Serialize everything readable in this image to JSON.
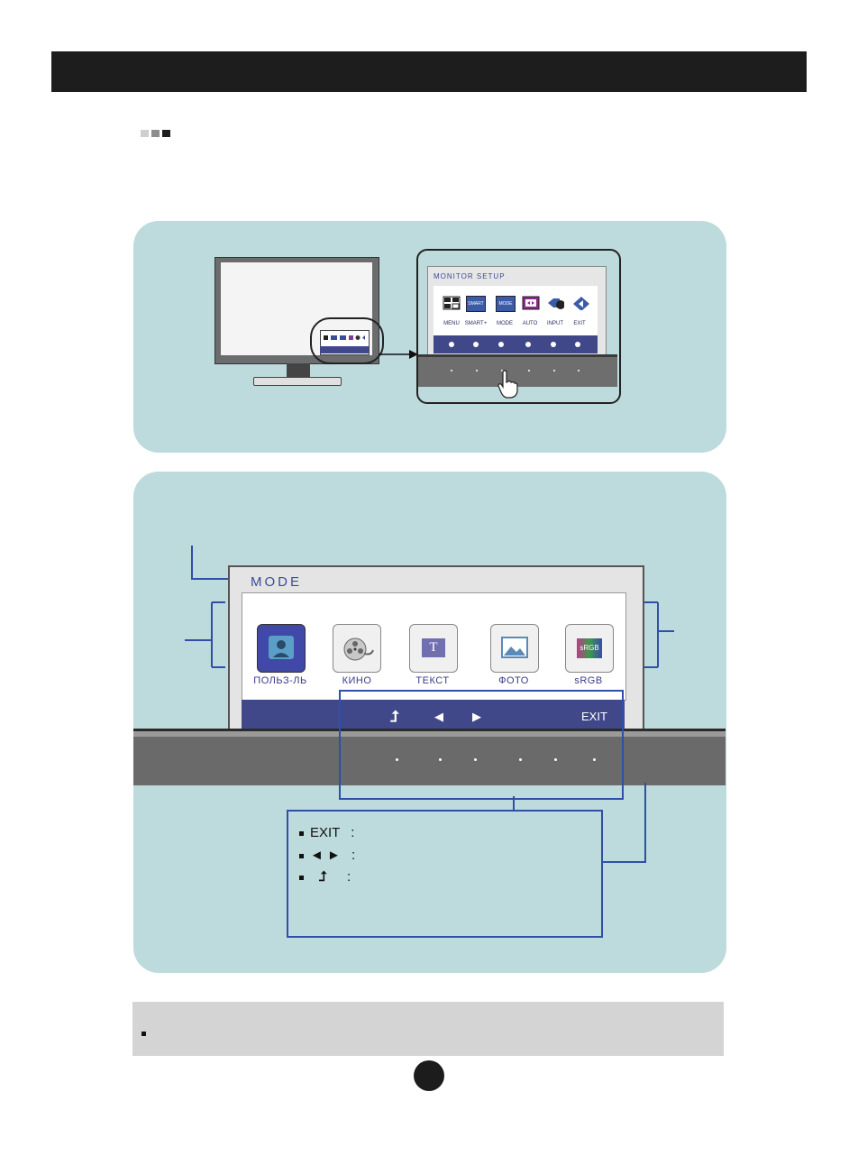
{
  "osd_small": {
    "title": "MONITOR SETUP",
    "items": [
      {
        "label": "MENU",
        "icon": "menu-grid-icon"
      },
      {
        "label": "SMART+",
        "icon": "smart-icon",
        "badge": "SMART"
      },
      {
        "label": "MODE",
        "icon": "mode-icon",
        "badge": "MODE"
      },
      {
        "label": "AUTO",
        "icon": "auto-icon"
      },
      {
        "label": "INPUT",
        "icon": "input-icon"
      },
      {
        "label": "EXIT",
        "icon": "exit-icon"
      }
    ]
  },
  "osd_mode": {
    "title": "MODE",
    "tiles": [
      {
        "label": "ПОЛЬЗ-ЛЬ",
        "icon": "user-icon",
        "selected": true
      },
      {
        "label": "КИНО",
        "icon": "film-reel-icon",
        "selected": false
      },
      {
        "label": "ТЕКСТ",
        "icon": "text-icon",
        "glyph": "T",
        "selected": false
      },
      {
        "label": "ФОТО",
        "icon": "photo-icon",
        "selected": false
      },
      {
        "label": "sRGB",
        "icon": "srgb-icon",
        "badge": "sRGB",
        "selected": false
      }
    ],
    "bar": {
      "up": "⮥",
      "left": "◀",
      "right": "▶",
      "exit": "EXIT"
    }
  },
  "legend": {
    "rows": [
      {
        "key": "EXIT",
        "sep": ":"
      },
      {
        "key": "◄ ►",
        "sep": ":"
      },
      {
        "key": "⮥",
        "sep": ":"
      }
    ]
  },
  "colors": {
    "panel": "#bddadc",
    "osd_bar": "#40488a",
    "accent_blue": "#2f4fa8",
    "header": "#1d1d1d"
  }
}
